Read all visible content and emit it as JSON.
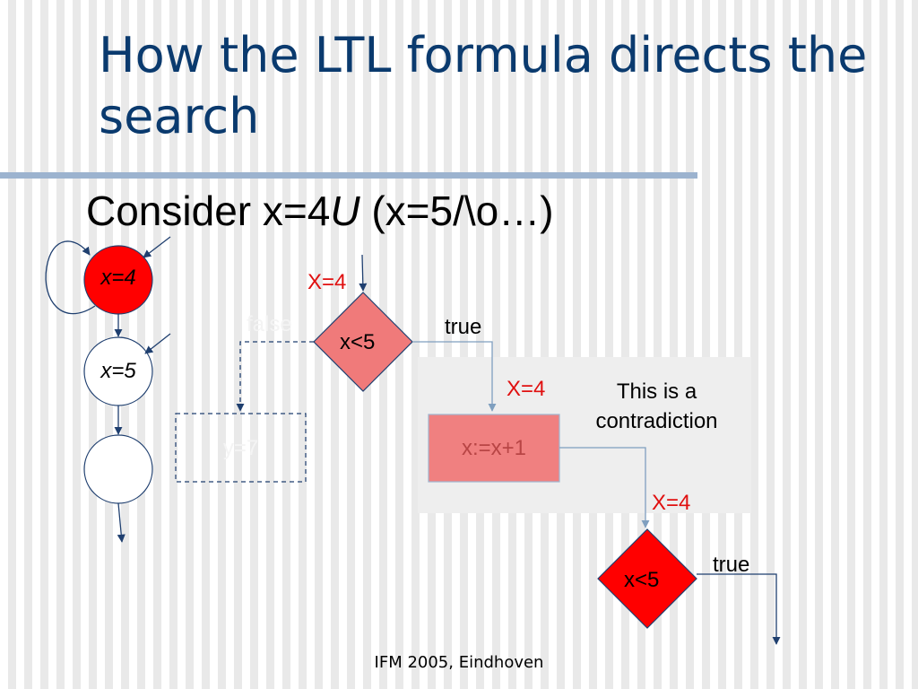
{
  "slide": {
    "title": "How the LTL formula directs the search",
    "subtitle_prefix": "Consider x=4",
    "subtitle_operator": "U",
    "subtitle_suffix": " (x=5/\\o…)",
    "footer": "IFM 2005, Eindhoven"
  },
  "automaton": {
    "state1": "x=4",
    "state2": "x=5"
  },
  "program": {
    "x_value_top": "X=4",
    "decision1": "x<5",
    "false_label": "false",
    "true_label1": "true",
    "x_value_mid": "X=4",
    "assign": "x:=x+1",
    "hidden_assign": "y=7",
    "note": "This is a\ncontradiction",
    "x_value_low": "X=4",
    "decision2": "x<5",
    "true_label2": "true"
  },
  "colors": {
    "title": "#0a3a6e",
    "rule": "#9cb3cf",
    "state_active": "#ff0000",
    "decision_faded": "#f07a7a",
    "assign_fill": "#f08080",
    "value_text": "#e01010",
    "line": "#1f3f6f"
  }
}
